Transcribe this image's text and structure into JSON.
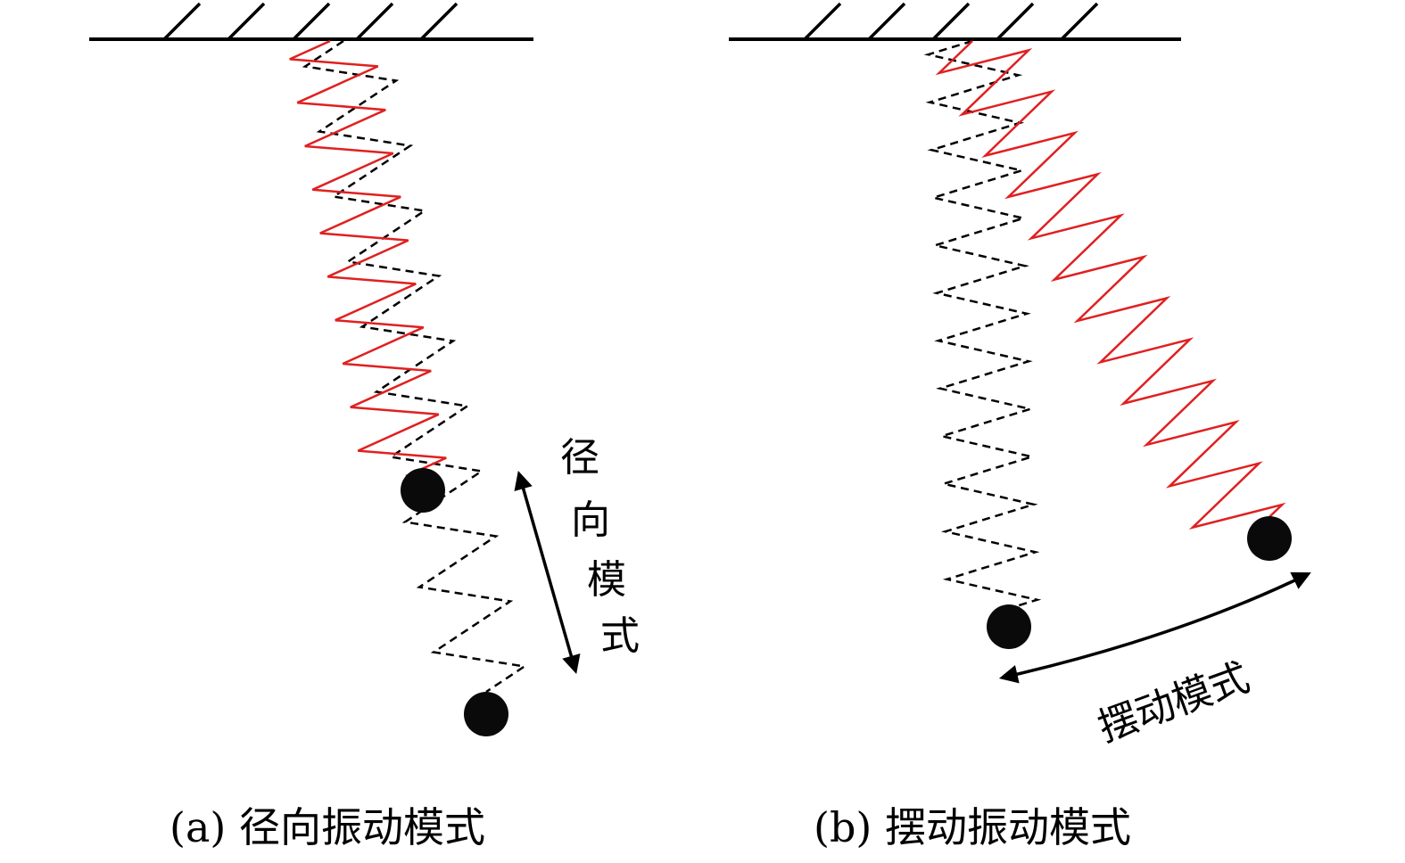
{
  "panels": [
    {
      "id": "a",
      "caption": "(a) 径向振动模式",
      "mode_label_chars": [
        "径",
        "向",
        "模",
        "式"
      ],
      "mode_name": "径向模式"
    },
    {
      "id": "b",
      "caption": "(b) 摆动振动模式",
      "mode_label": "摆动模式"
    }
  ],
  "colors": {
    "spring_active": "#e02020",
    "spring_rest": "#000000",
    "mass": "#0a0a0a",
    "ceiling": "#000000"
  },
  "icons": {
    "mass": "black-circle",
    "ceiling": "hatched-support",
    "arrow": "double-headed-arrow"
  }
}
